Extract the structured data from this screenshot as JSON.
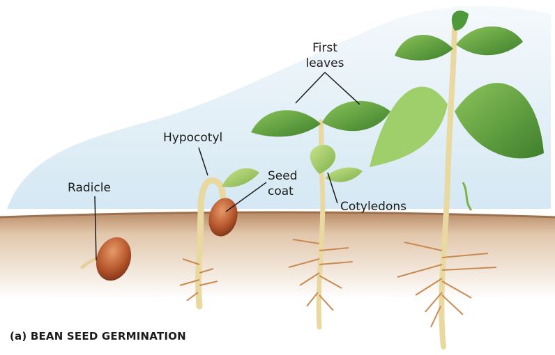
{
  "labels": {
    "first_leaves_line1": "First",
    "first_leaves_line2": "leaves",
    "hypocotyl": "Hypocotyl",
    "seed_coat_line1": "Seed",
    "seed_coat_line2": "coat",
    "radicle": "Radicle",
    "cotyledons": "Cotyledons"
  },
  "caption": "(a) BEAN SEED GERMINATION",
  "colors": {
    "sky": "#dcecf5",
    "soil": "#c9a07c",
    "stem": "#e9d9a0",
    "root": "#c98a52",
    "leaf_dark": "#4e9a3a",
    "leaf_light": "#8cc45a",
    "seed": "#b8582f"
  }
}
